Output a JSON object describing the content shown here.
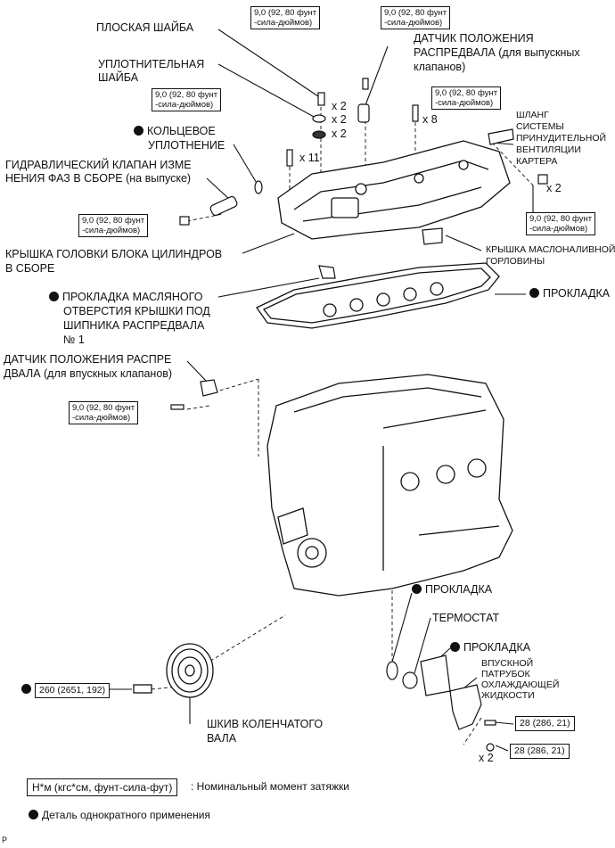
{
  "labels": {
    "flat_washer": "ПЛОСКАЯ ШАЙБА",
    "seal_washer_l1": "УПЛОТНИТЕЛЬНАЯ",
    "seal_washer_l2": "ШАЙБА",
    "o_ring_l1": "КОЛЬЦЕВОЕ",
    "o_ring_l2": "УПЛОТНЕНИЕ",
    "vvt_valve_l1": "ГИДРАВЛИЧЕСКИЙ КЛАПАН ИЗМЕ",
    "vvt_valve_l2": "НЕНИЯ ФАЗ В СБОРЕ (на выпуске)",
    "cam_sensor_ex_l1": "ДАТЧИК ПОЛОЖЕНИЯ",
    "cam_sensor_ex_l2": "РАСПРЕДВАЛА (для выпускных",
    "cam_sensor_ex_l3": "клапанов)",
    "pcv_hose_l1": "ШЛАНГ",
    "pcv_hose_l2": "СИСТЕМЫ",
    "pcv_hose_l3": "ПРИНУДИТЕЛЬНОЙ",
    "pcv_hose_l4": "ВЕНТИЛЯЦИИ",
    "pcv_hose_l5": "КАРТЕРА",
    "head_cover_l1": "КРЫШКА ГОЛОВКИ БЛОКА ЦИЛИНДРОВ",
    "head_cover_l2": "В СБОРЕ",
    "oil_cap_l1": "КРЫШКА МАСЛОНАЛИВНОЙ",
    "oil_cap_l2": "ГОРЛОВИНЫ",
    "cam_cap_gasket_l1": "ПРОКЛАДКА МАСЛЯНОГО",
    "cam_cap_gasket_l2": "ОТВЕРСТИЯ КРЫШКИ ПОД",
    "cam_cap_gasket_l3": "ШИПНИКА РАСПРЕДВАЛА",
    "cam_cap_gasket_l4": "№ 1",
    "gasket": "ПРОКЛАДКА",
    "cam_sensor_in_l1": "ДАТЧИК ПОЛОЖЕНИЯ РАСПРЕ",
    "cam_sensor_in_l2": "ДВАЛА (для впускных клапанов)",
    "gasket_lower1": "ПРОКЛАДКА",
    "thermostat": "ТЕРМОСТАТ",
    "gasket_lower2": "ПРОКЛАДКА",
    "inlet_l1": "ВПУСКНОЙ",
    "inlet_l2": "ПАТРУБОК",
    "inlet_l3": "ОХЛАЖДАЮЩЕЙ",
    "inlet_l4": "ЖИДКОСТИ",
    "pulley_l1": "ШКИВ КОЛЕНЧАТОГО",
    "pulley_l2": "ВАЛА"
  },
  "torque": {
    "t1_l1": "9,0 (92, 80 фунт",
    "t1_l2": "-сила-дюймов)",
    "t2_l1": "9,0 (92, 80 фунт",
    "t2_l2": "-сила-дюймов)",
    "t3_l1": "9,0 (92, 80 фунт",
    "t3_l2": "-сила-дюймов)",
    "t4_l1": "9,0 (92, 80 фунт",
    "t4_l2": "-сила-дюймов)",
    "t5_l1": "9,0 (92, 80 фунт",
    "t5_l2": "-сила-дюймов)",
    "t6_l1": "9,0 (92, 80 фунт",
    "t6_l2": "-сила-дюймов)",
    "t7_l1": "9,0 (92, 80 фунт",
    "t7_l2": "-сила-дюймов)",
    "pulley_bolt": "260 (2651, 192)",
    "inlet_bolt": "28 (286, 21)",
    "inlet_nut": "28 (286, 21)"
  },
  "quantities": {
    "q_flat": "x 2",
    "q_seal": "x 2",
    "q_x2c": "x 2",
    "q_x11": "x 11",
    "q_x8": "x 8",
    "q_pcv": "x 2",
    "q_nut": "x 2"
  },
  "legend": {
    "units_box": "Н*м (кгс*см, фунт-сила-фут)",
    "units_text": ": Номинальный момент затяжки",
    "single_use": "Деталь однократного применения"
  },
  "footer": {
    "code": "P"
  },
  "colors": {
    "ink": "#111111",
    "paper": "#ffffff"
  }
}
